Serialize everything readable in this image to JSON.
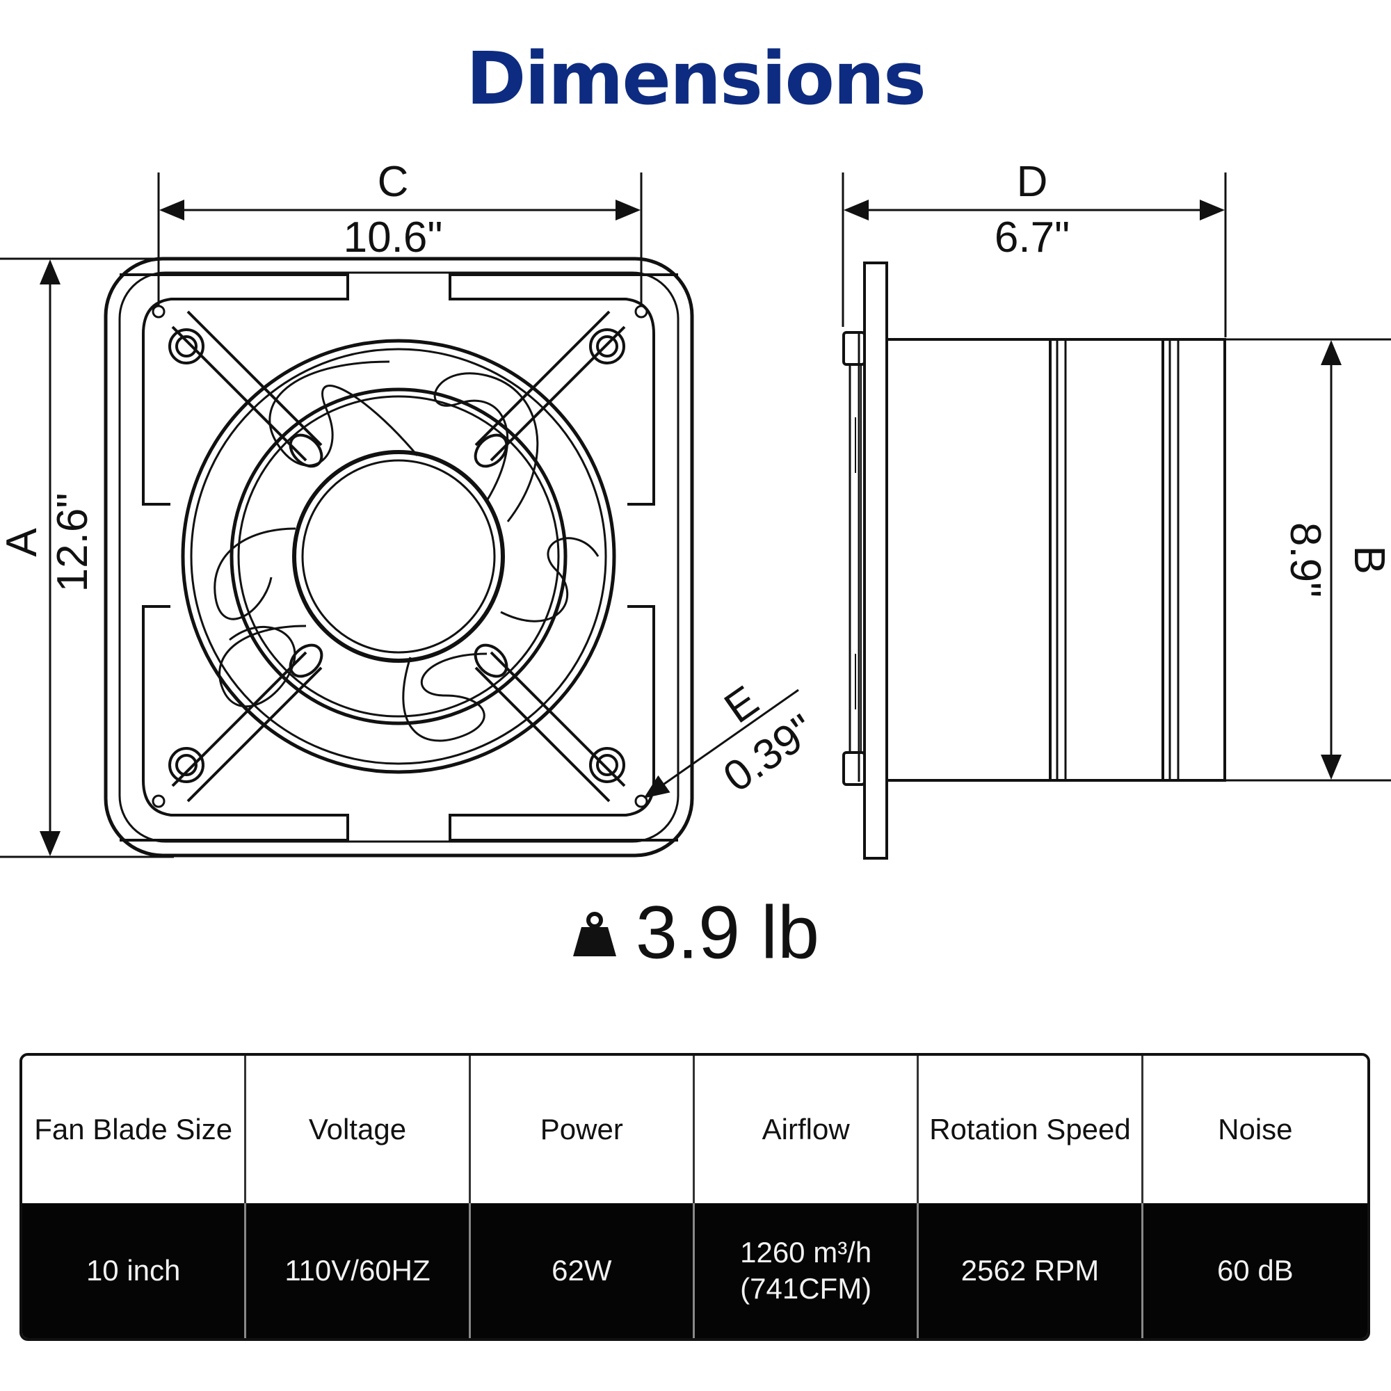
{
  "title": "Dimensions",
  "front_view": {
    "width_letter": "C",
    "width_value": "10.6\"",
    "height_letter": "A",
    "height_value": "12.6\"",
    "hole_letter": "E",
    "hole_value": "0.39\""
  },
  "side_view": {
    "depth_letter": "D",
    "depth_value": "6.7\"",
    "duct_letter": "B",
    "duct_value": "8.9\""
  },
  "weight": {
    "icon": "weight-icon",
    "value": "3.9 lb"
  },
  "specs": {
    "headers": [
      "Fan Blade Size",
      "Voltage",
      "Power",
      "Airflow",
      "Rotation Speed",
      "Noise"
    ],
    "values": [
      "10 inch",
      "110V/60HZ",
      "62W",
      "1260 m³/h",
      "2562 RPM",
      "60 dB"
    ],
    "airflow_cfm": "(741CFM)"
  },
  "colors": {
    "title": "#0d2b80",
    "line": "#111111",
    "value_row_bg": "#050505",
    "value_row_text": "#f2f2f2"
  }
}
